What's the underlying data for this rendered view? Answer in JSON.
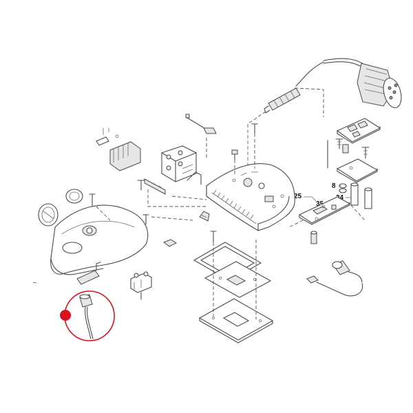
{
  "callouts": [
    {
      "id": "c8",
      "label": "8"
    },
    {
      "id": "c25",
      "label": "25"
    },
    {
      "id": "c35",
      "label": "35"
    },
    {
      "id": "c24",
      "label": "24"
    }
  ],
  "colors": {
    "line": "#4a4a4a",
    "highlight_circle": "#d9141e",
    "background": "#ffffff"
  },
  "highlight": {
    "target": "sensor-cable-part",
    "marker": "red-dot-icon"
  }
}
